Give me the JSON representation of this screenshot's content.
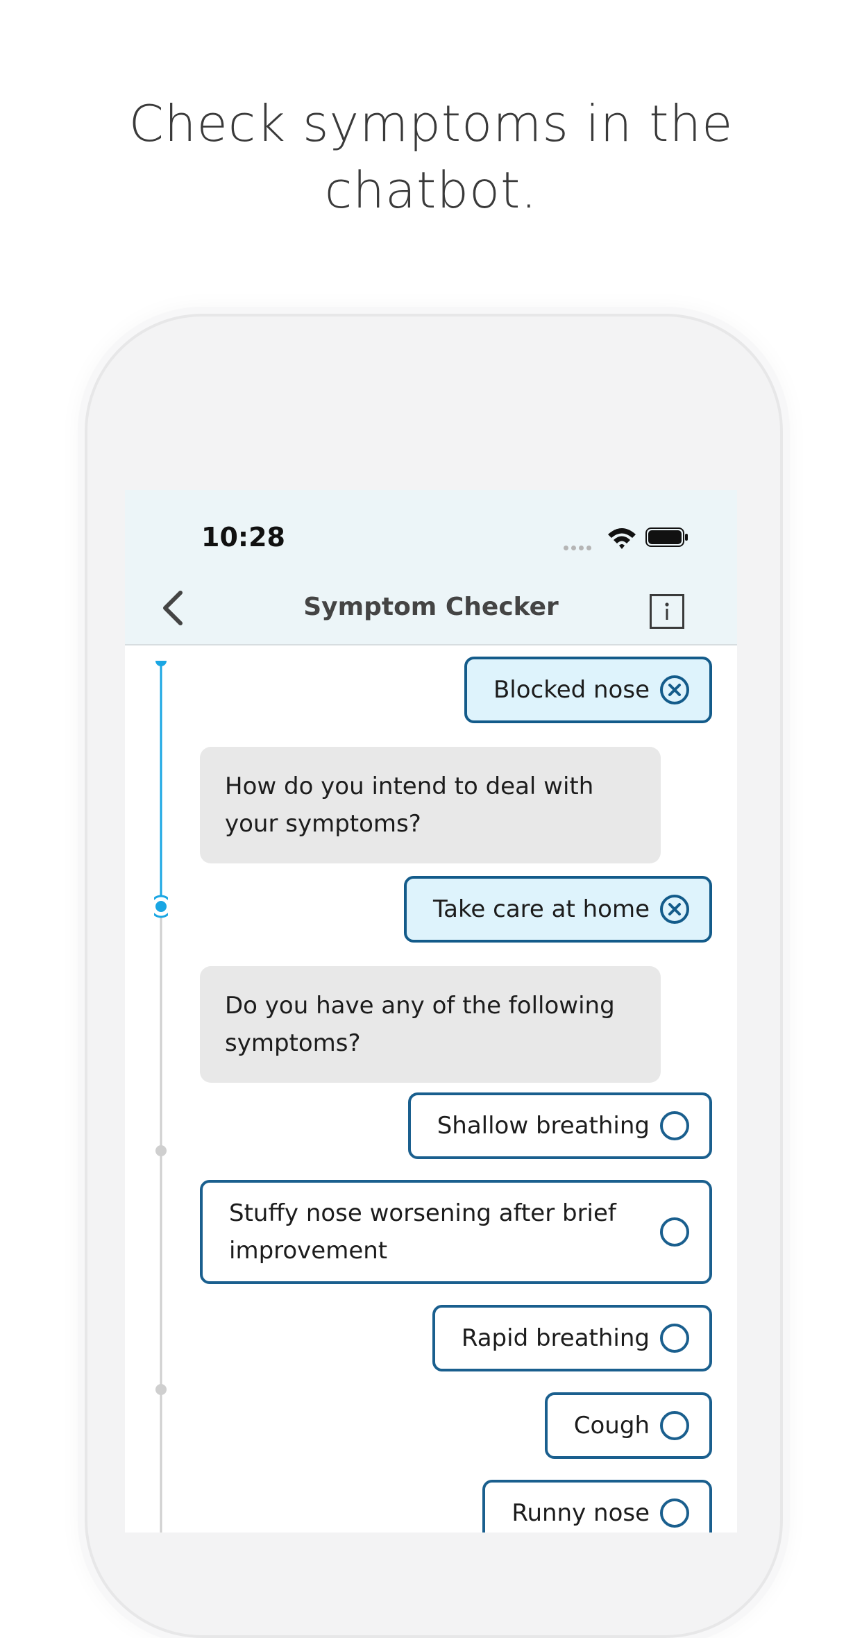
{
  "headline": {
    "line1": "Check symptoms in the",
    "line2": "chatbot."
  },
  "status_bar": {
    "time": "10:28",
    "wifi_icon": "wifi-icon",
    "battery_icon": "battery-icon"
  },
  "nav": {
    "title": "Symptom Checker",
    "back_icon": "chevron-left-icon",
    "info_icon": "info-icon"
  },
  "conversation": {
    "answer_1": "Blocked nose",
    "question_1": "How do you intend to deal with your symptoms?",
    "answer_2": "Take care at home",
    "question_2": "Do you have any of the following symptoms?",
    "options": [
      {
        "label": "Shallow breathing",
        "selected": false
      },
      {
        "label": "Stuffy nose worsening after brief improvement",
        "selected": false
      },
      {
        "label": "Rapid breathing",
        "selected": false
      },
      {
        "label": "Cough",
        "selected": false
      },
      {
        "label": "Runny nose",
        "selected": false
      }
    ]
  },
  "colors": {
    "accent": "#1aa6e3",
    "chip_border": "#1a5f8e",
    "chip_selected_bg": "#def3fc",
    "bubble_bg": "#e8e8e8",
    "header_bg": "#ecf5f8"
  }
}
